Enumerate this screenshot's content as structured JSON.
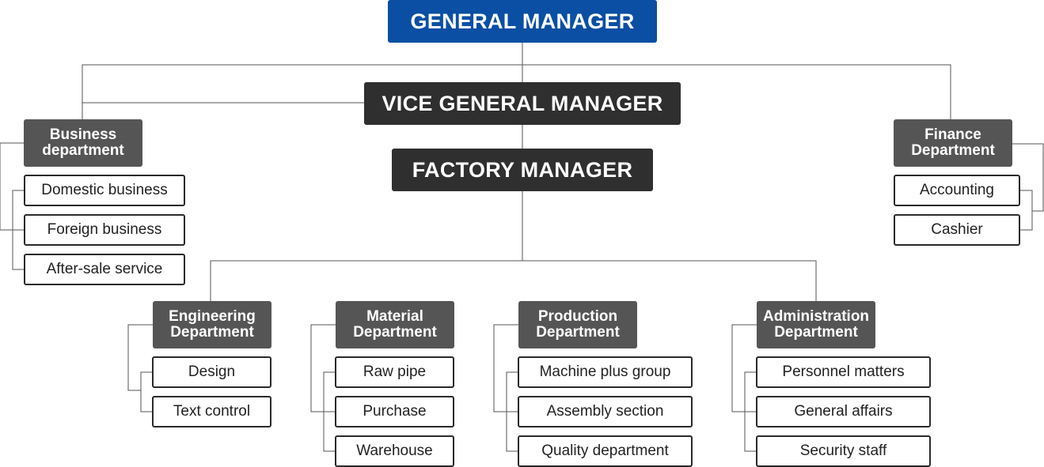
{
  "top": {
    "general_manager": "GENERAL MANAGER",
    "vice_general_manager": "VICE GENERAL MANAGER",
    "factory_manager": "FACTORY MANAGER"
  },
  "business": {
    "title_line1": "Business",
    "title_line2": "department",
    "items": [
      "Domestic business",
      "Foreign business",
      "After-sale service"
    ]
  },
  "finance": {
    "title_line1": "Finance",
    "title_line2": "Department",
    "items": [
      "Accounting",
      "Cashier"
    ]
  },
  "engineering": {
    "title_line1": "Engineering",
    "title_line2": "Department",
    "items": [
      "Design",
      "Text control"
    ]
  },
  "material": {
    "title_line1": "Material",
    "title_line2": "Department",
    "items": [
      "Raw pipe",
      "Purchase",
      "Warehouse"
    ]
  },
  "production": {
    "title_line1": "Production",
    "title_line2": "Department",
    "items": [
      "Machine plus group",
      "Assembly section",
      "Quality department"
    ]
  },
  "administration": {
    "title_line1": "Administration",
    "title_line2": "Department",
    "items": [
      "Personnel matters",
      "General affairs",
      "Security staff"
    ]
  }
}
